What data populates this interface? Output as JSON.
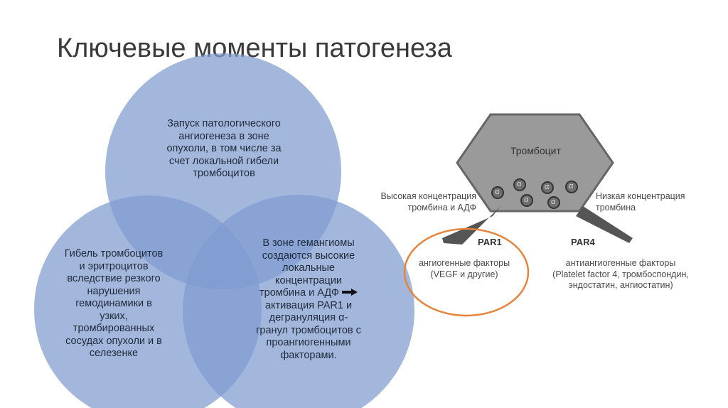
{
  "slide": {
    "title": "Ключевые моменты патогенеза"
  },
  "venn": {
    "top": {
      "lines": [
        "Запуск патологического",
        "ангиогенеза в зоне",
        "опухоли, в том числе за",
        "счет локальной гибели",
        "тромбоцитов"
      ]
    },
    "left": {
      "lines": [
        "Гибель тромбоцитов",
        "и эритроцитов",
        "вследствие резкого",
        "нарушения",
        "гемодинамики в",
        "узких,",
        "тромбированных",
        "сосудах опухоли и в",
        "селезенке"
      ]
    },
    "right": {
      "lines": [
        "В зоне гемангиомы",
        "создаются высокие",
        "локальные",
        "концентрации",
        "тромбина и АДФ",
        "активация PAR1 и",
        "дегрануляция α-",
        "гранул тромбоцитов с",
        "проангиогенными",
        "факторами."
      ]
    },
    "colors": {
      "circle_fill": "#7f9bd0",
      "overlap": "#4a72be"
    }
  },
  "platelet_diagram": {
    "platelet_label": "Тромбоцит",
    "granule_symbol": "α",
    "high_concentration": [
      "Высокая концентрация",
      "тромбина и АДФ"
    ],
    "low_concentration": [
      "Низкая концентрация",
      "тромбина"
    ],
    "par1_label": "PAR1",
    "par4_label": "PAR4",
    "angiogenic": [
      "ангиогенные факторы",
      "(VEGF и другие)"
    ],
    "antiangiogenic": [
      "антиангиогенные факторы",
      "(Platelet factor 4, тромбоспондин,",
      "эндостатин, ангиостатин)"
    ],
    "colors": {
      "highlight_ellipse": "#e8833a",
      "shape_fill": "#8c8c8c"
    }
  }
}
